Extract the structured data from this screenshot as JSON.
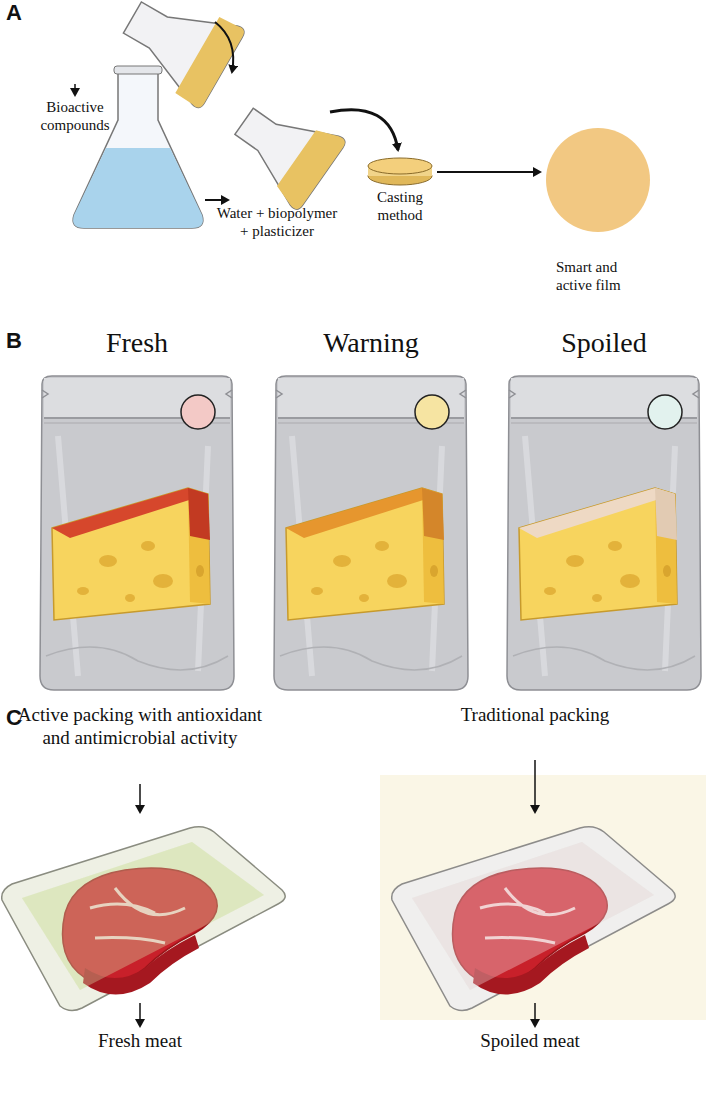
{
  "diagram": {
    "labels": [
      "A",
      "Bioactive compounds",
      "Water + biopolymer + plasticizer",
      "Casting method",
      "Smart and active film",
      "B",
      "Fresh",
      "Warning",
      "Spoiled",
      "C",
      "Active packing with antioxidant and antimicrobial activity",
      "Traditional packing",
      "Fresh meat",
      "Spoiled meat"
    ]
  }
}
